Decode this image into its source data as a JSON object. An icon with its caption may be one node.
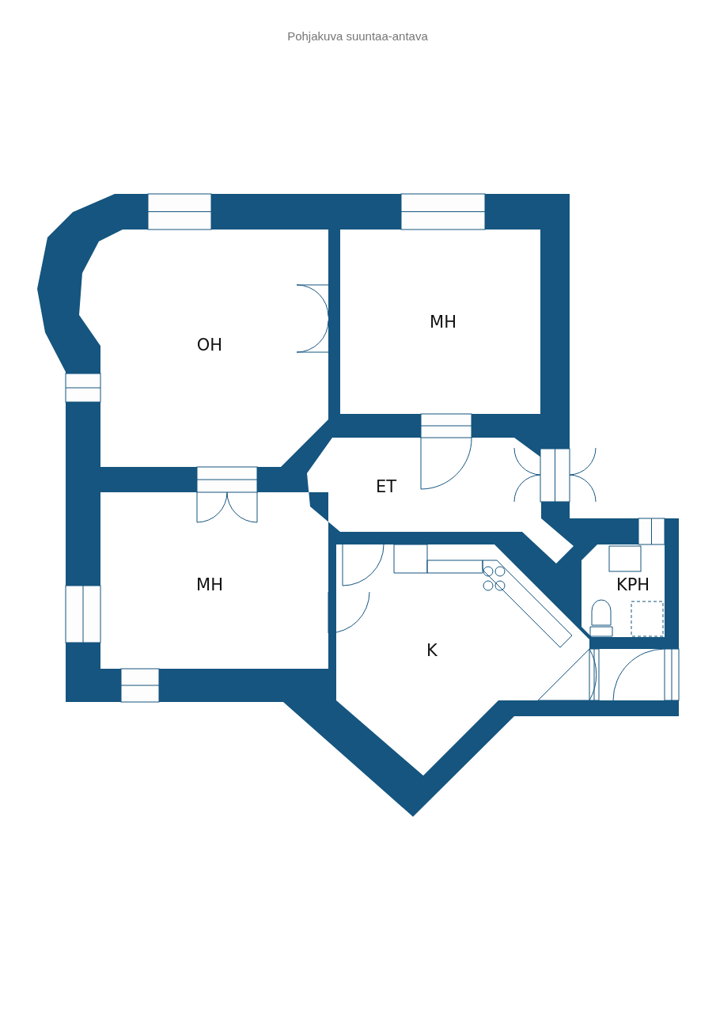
{
  "diagram": {
    "title": "Pohjakuva suuntaa-antava",
    "labels": [
      "OH",
      "MH",
      "ET",
      "MH",
      "K",
      "KPH"
    ]
  }
}
